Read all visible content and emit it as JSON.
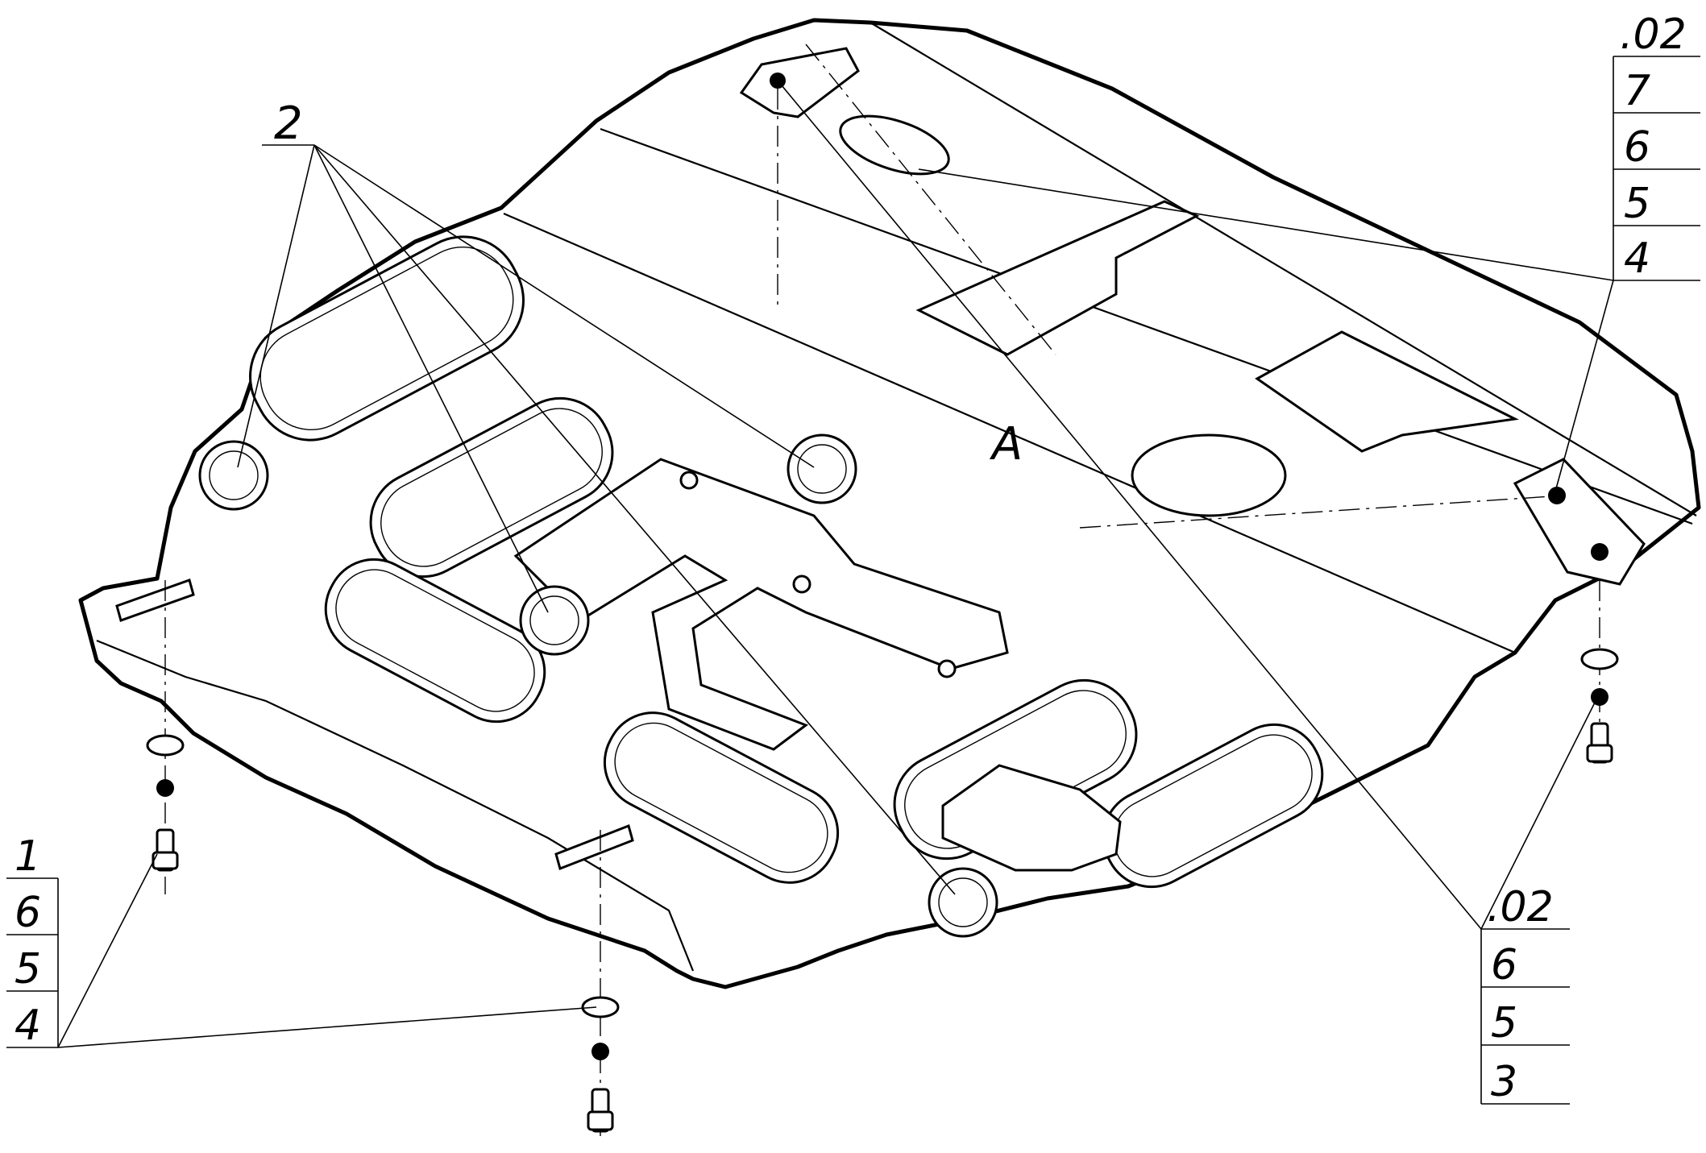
{
  "callouts": {
    "item2": "2",
    "top_right": [
      ".02",
      "7",
      "6",
      "5",
      "4"
    ],
    "bottom_left": [
      "1",
      "6",
      "5",
      "4"
    ],
    "bottom_right": [
      ".02",
      "6",
      "5",
      "3"
    ]
  },
  "marking": "A"
}
